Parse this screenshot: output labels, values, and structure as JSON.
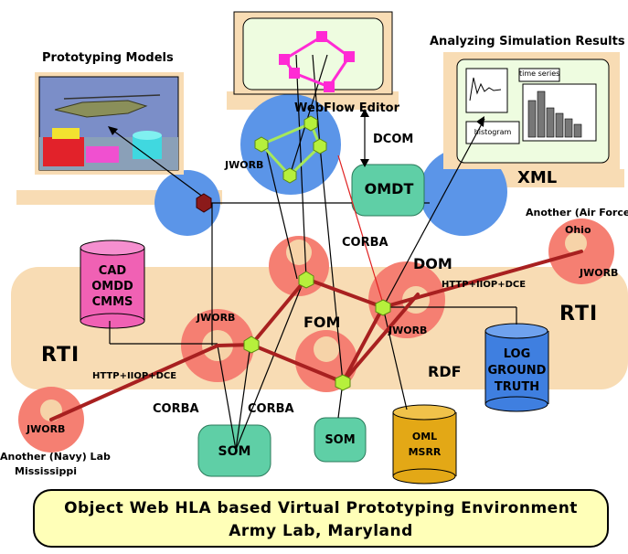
{
  "labels": {
    "prototyping_models": "Prototyping Models",
    "analyzing_results": "Analyzing Simulation Results",
    "webflow_editor": "WebFlow Editor",
    "dcom": "DCOM",
    "omdt": "OMDT",
    "xml": "XML",
    "jworb": "JWORB",
    "corba": "CORBA",
    "dom": "DOM",
    "fom": "FOM",
    "rti": "RTI",
    "rdf": "RDF",
    "http_iiop_dce": "HTTP+IIOP+DCE",
    "som": "SOM",
    "another_air_force": "Another (Air Force)",
    "ohio": "Ohio",
    "another_navy_lab": "Another (Navy) Lab",
    "mississippi": "Mississippi",
    "cad": "CAD",
    "omdd": "OMDD",
    "cmms": "CMMS",
    "log": "LOG",
    "ground": "GROUND",
    "truth": "TRUTH",
    "oml": "OML",
    "msrr": "MSRR",
    "time_series": "time series",
    "histogram": "histogram"
  },
  "caption": {
    "line1": "Object Web HLA based Virtual Prototyping Environment",
    "line2": "Army Lab, Maryland"
  },
  "colors": {
    "band": "#f8dcb4",
    "blue_disc": "#5b95e8",
    "red_disc": "#f57f72",
    "inner_disc": "#f6d3a8",
    "node_green": "#b6f03c",
    "node_magenta": "#ff2ad4",
    "hub": "#8b1a1a",
    "teal": "#5fcfa6",
    "cyl_magenta": "#f061b4",
    "cyl_blue": "#3f7fe0",
    "cyl_orange": "#e3a816",
    "link_red": "#a82020",
    "caption_bg": "#ffffb8"
  }
}
